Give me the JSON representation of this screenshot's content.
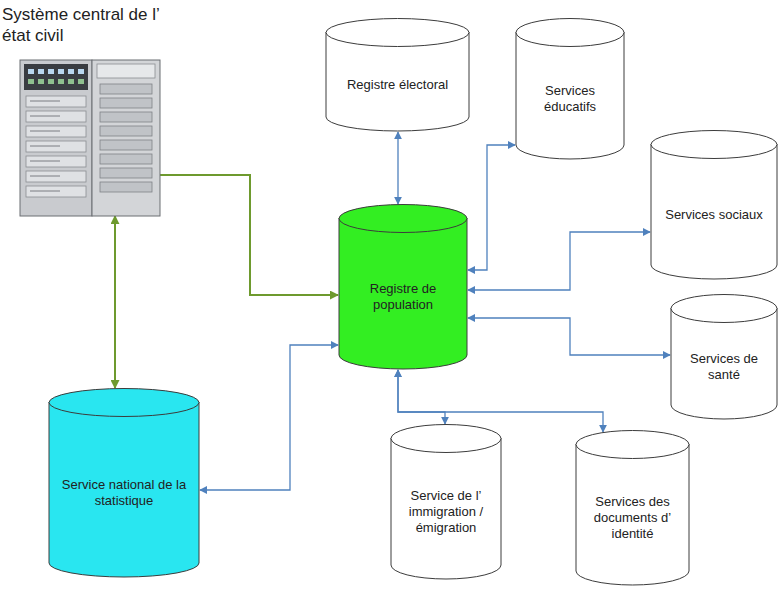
{
  "diagram": {
    "nodes": [
      {
        "text": [
          "Système central de l’ état civil"
        ]
      },
      {
        "text": [
          "Registre électoral"
        ]
      },
      {
        "text": [
          "Services éducatifs"
        ]
      },
      {
        "text": [
          "Services sociaux"
        ]
      },
      {
        "text": [
          "Registre de population"
        ]
      },
      {
        "text": [
          "Services de santé"
        ]
      },
      {
        "text": [
          "Service national de la statistique"
        ]
      },
      {
        "text": [
          "Service de l’ immigration / émigration"
        ]
      },
      {
        "text": [
          "Services des documents d’ identité"
        ]
      }
    ],
    "edges": [
      {
        "from": 0,
        "to": 4,
        "arrow": "to"
      },
      {
        "from": 0,
        "to": 6,
        "arrow": "both"
      },
      {
        "from": 4,
        "to": 1,
        "arrow": "both"
      },
      {
        "from": 4,
        "to": 2,
        "arrow": "both"
      },
      {
        "from": 4,
        "to": 3,
        "arrow": "both"
      },
      {
        "from": 4,
        "to": 5,
        "arrow": "both"
      },
      {
        "from": 4,
        "to": 7,
        "arrow": "both"
      },
      {
        "from": 4,
        "to": 8,
        "arrow": "both"
      },
      {
        "from": 4,
        "to": 6,
        "arrow": "both"
      }
    ]
  }
}
